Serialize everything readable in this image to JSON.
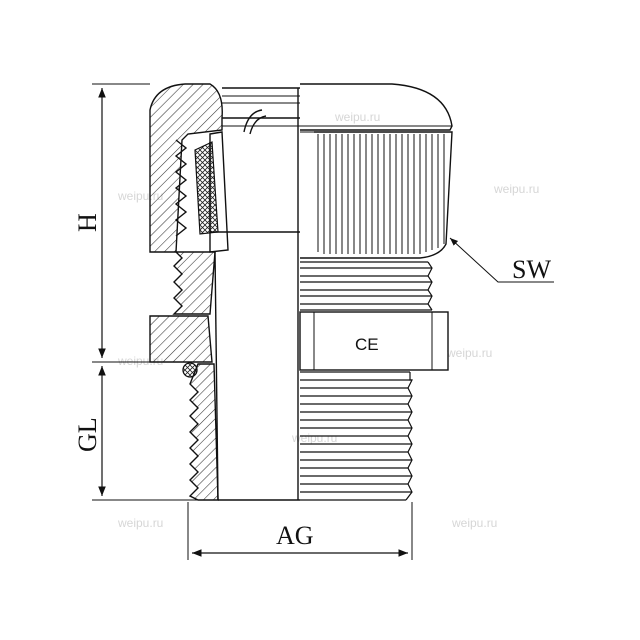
{
  "labels": {
    "height": "H",
    "thread_length": "GL",
    "thread_diameter": "AG",
    "wrench_size": "SW"
  },
  "mark": "CE",
  "watermark": "weipu.ru",
  "colors": {
    "line": "#111111",
    "hatch": "#333333",
    "watermark": "#d6d6d6"
  }
}
